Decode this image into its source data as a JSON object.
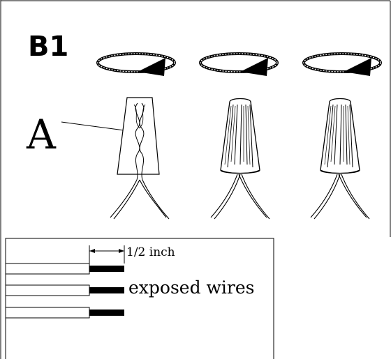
{
  "step_label": "B1",
  "part_label": "A",
  "dimension_label": "1/2 inch",
  "wire_label": "exposed wires",
  "icons": [
    "twist-arrow-icon",
    "wire-connector-icon"
  ],
  "colors": {
    "line": "#000000",
    "background": "#ffffff"
  }
}
